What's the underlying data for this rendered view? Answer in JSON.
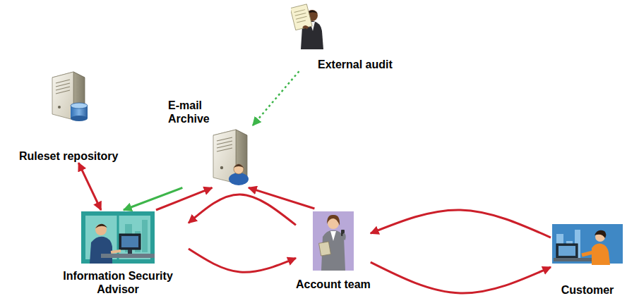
{
  "diagram": {
    "nodes": [
      {
        "text": [
          "External audit"
        ]
      },
      {
        "text": [
          "E-mail Archive"
        ]
      },
      {
        "text": [
          "Ruleset repository"
        ]
      },
      {
        "text": [
          "Information Security Advisor"
        ]
      },
      {
        "text": [
          "Account team"
        ]
      },
      {
        "text": [
          "Customer"
        ]
      }
    ],
    "edges": [
      {
        "from": 0,
        "to": 1,
        "arrow": "to"
      },
      {
        "from": 1,
        "to": 3,
        "arrow": "to"
      },
      {
        "from": 3,
        "to": 1,
        "arrow": "to"
      },
      {
        "from": 2,
        "to": 3,
        "arrow": "both"
      },
      {
        "from": 4,
        "to": 1,
        "arrow": "to"
      },
      {
        "from": 4,
        "to": 3,
        "arrow": "to"
      },
      {
        "from": 3,
        "to": 4,
        "arrow": "to"
      },
      {
        "from": 5,
        "to": 4,
        "arrow": "to"
      },
      {
        "from": 4,
        "to": 5,
        "arrow": "to"
      }
    ]
  }
}
